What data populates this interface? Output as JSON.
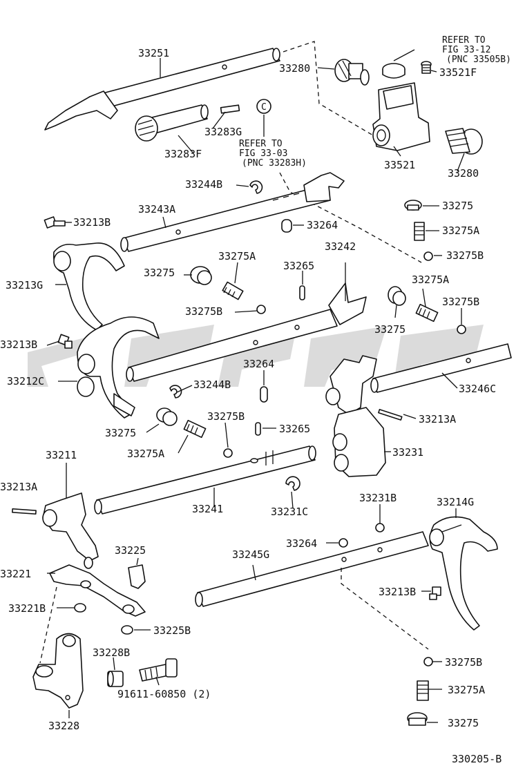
{
  "labels": {
    "p33251": "33251",
    "p33280_top": "33280",
    "refer_1_a": "REFER TO",
    "refer_1_b": "FIG 33-12",
    "refer_1_c": "(PNC 33505B)",
    "p33521F": "33521F",
    "p33283G": "33283G",
    "p33283F": "33283F",
    "refer_2_a": "REFER TO",
    "refer_2_b": "FIG 33-03",
    "refer_2_c": "(PNC 33283H)",
    "p33521": "33521",
    "p33280_right": "33280",
    "p33244B_top": "33244B",
    "p33243A": "33243A",
    "p33275_r1": "33275",
    "p33213B_top": "33213B",
    "p33264_top": "33264",
    "p33275A_r1": "33275A",
    "p33275B_r1": "33275B",
    "p33242": "33242",
    "p33213G": "33213G",
    "p33275_mid": "33275",
    "p33275A_mid": "33275A",
    "p33265_top": "33265",
    "p33275A_r2": "33275A",
    "p33275B_mid": "33275B",
    "p33275B_r2": "33275B",
    "p33275_r2": "33275",
    "p33213B_left": "33213B",
    "p33264_mid": "33264",
    "p33212C": "33212C",
    "p33244B_mid": "33244B",
    "p33246C": "33246C",
    "p33213A_right": "33213A",
    "p33275B_low": "33275B",
    "p33275_low": "33275",
    "p33265_low": "33265",
    "p33231": "33231",
    "p33275A_low": "33275A",
    "p33211": "33211",
    "p33213A_left": "33213A",
    "p33241": "33241",
    "p33231C": "33231C",
    "p33231B": "33231B",
    "p33214G": "33214G",
    "p33264_low": "33264",
    "p33225": "33225",
    "p33245G": "33245G",
    "p33221": "33221",
    "p33213B_low": "33213B",
    "p33221B": "33221B",
    "p33225B": "33225B",
    "p33228B": "33228B",
    "p33275B_bottom": "33275B",
    "p91611": "91611-60850 (2)",
    "p33275A_bottom": "33275A",
    "p33228": "33228",
    "p33275_bottom": "33275",
    "figure_code": "330205-B"
  },
  "colors": {
    "ink": "#111111",
    "watermark": "#cfcfcf"
  }
}
